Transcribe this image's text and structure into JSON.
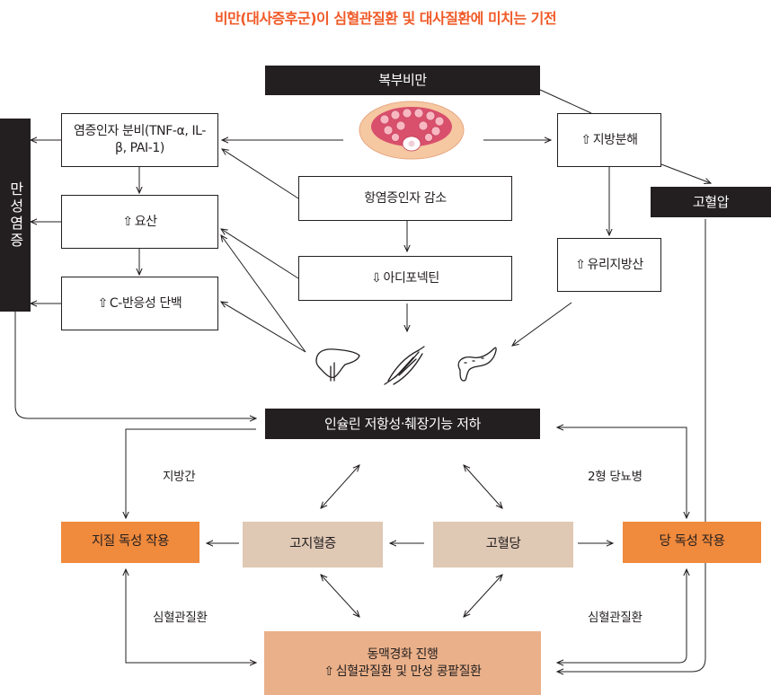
{
  "title": "비만(대사증후군)이 심혈관질환 및 대사질환에 미치는 기전",
  "nodes": {
    "abdominal_obesity": "복부비만",
    "inflammatory_secretion": "염증인자 분비(TNF-α, IL-β, PAI-1)",
    "lipolysis": "지방분해",
    "hypertension": "고혈압",
    "chronic_inflammation": "만성염증",
    "uric_acid": "요산",
    "anti_inflammatory_decrease": "항염증인자 감소",
    "free_fatty_acid": "유리지방산",
    "adiponectin": "아디포넥틴",
    "crp": "C-반응성 단백",
    "insulin_resistance": "인슐린 저항성·췌장기능 저하",
    "lipotoxicity": "지질 독성 작용",
    "hyperlipidemia": "고지혈증",
    "hyperglycemia": "고혈당",
    "glucotoxicity": "당 독성 작용",
    "atherosclerosis_line1": "동맥경화 진행",
    "atherosclerosis_line2": "심혈관질환 및 만성 콩팥질환"
  },
  "edge_labels": {
    "fatty_liver": "지방간",
    "type2_diabetes": "2형 당뇨병",
    "cvd_left": "심혈관질환",
    "cvd_right": "심혈관질환"
  },
  "colors": {
    "title": "#f05a28",
    "dark_box": "#231f20",
    "orange_box": "#f08a3c",
    "tan_box": "#dfc8b4",
    "peach_box": "#eab089",
    "arrow": "#231f20"
  },
  "icons": [
    "abdomen-cross-section-icon",
    "liver-icon",
    "muscle-icon",
    "pancreas-icon"
  ]
}
